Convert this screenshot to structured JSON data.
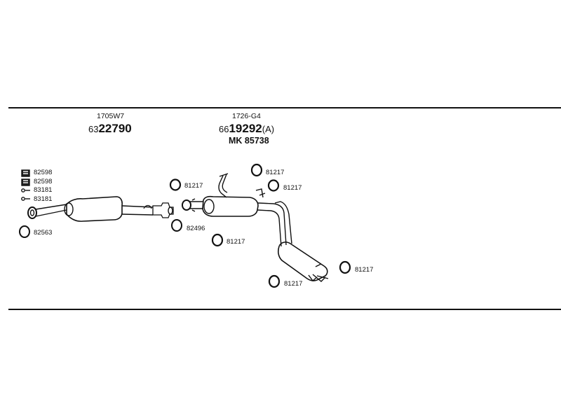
{
  "assemblies": [
    {
      "small_code": "1705W7",
      "prefix": "63",
      "main": "22790",
      "suffix": ""
    },
    {
      "small_code": "1726-G4",
      "prefix": "66",
      "main": "19292",
      "suffix": "(A)",
      "mk_code": "MK  85738"
    }
  ],
  "part_labels": {
    "clamp_top_1": "82598",
    "clamp_top_2": "82598",
    "bolt_1": "83181",
    "bolt_2": "83181",
    "ring_gasket": "82563",
    "hanger_1": "81217",
    "hanger_2": "81217",
    "hanger_3": "81217",
    "hanger_4": "81217",
    "hanger_5": "81217",
    "hanger_6": "81217",
    "gasket_mid": "82496"
  }
}
